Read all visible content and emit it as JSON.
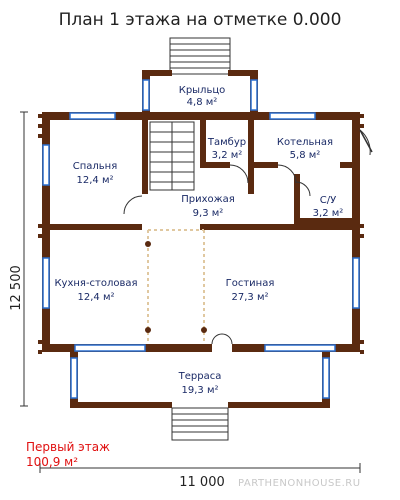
{
  "title": "План 1 этажа на отметке 0.000",
  "rooms": {
    "porch": {
      "name": "Крыльцо",
      "area": "4,8 м²"
    },
    "bedroom": {
      "name": "Спальня",
      "area": "12,4 м²"
    },
    "vestibule": {
      "name": "Тамбур",
      "area": "3,2 м²"
    },
    "boiler": {
      "name": "Котельная",
      "area": "5,8 м²"
    },
    "hall": {
      "name": "Прихожая",
      "area": "9,3 м²"
    },
    "wc": {
      "name": "С/У",
      "area": "3,2 м²"
    },
    "kitchen": {
      "name": "Кухня-столовая",
      "area": "12,4 м²"
    },
    "living": {
      "name": "Гостиная",
      "area": "27,3 м²"
    },
    "terrace": {
      "name": "Терраса",
      "area": "19,3 м²"
    }
  },
  "dimensions": {
    "height": "12 500",
    "width": "11 000"
  },
  "floor_summary": {
    "label": "Первый этаж",
    "area": "100,9 м²"
  },
  "watermark": "PARTHENONHOUSE.RU",
  "colors": {
    "wall": "#5a2a10",
    "window": "#2a6fd0",
    "text": "#1a2a66",
    "accent": "#e01010"
  }
}
